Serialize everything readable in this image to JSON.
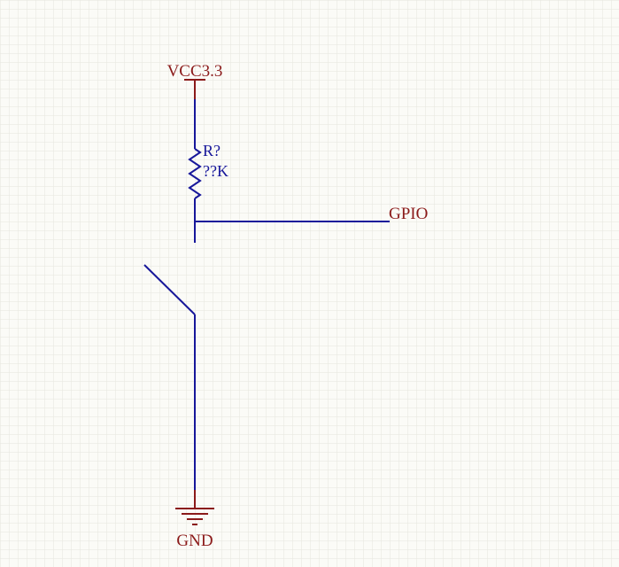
{
  "schematic": {
    "power_net": "VCC3.3",
    "ground_net": "GND",
    "signal_net": "GPIO",
    "resistor": {
      "designator": "R?",
      "value": "??K"
    }
  },
  "colors": {
    "background": "#fbfbf7",
    "grid": "#e6e6de",
    "wire": "#17179a",
    "power_symbol": "#8b1a1a",
    "net_label": "#8b1a1a",
    "component_text": "#17179a"
  }
}
